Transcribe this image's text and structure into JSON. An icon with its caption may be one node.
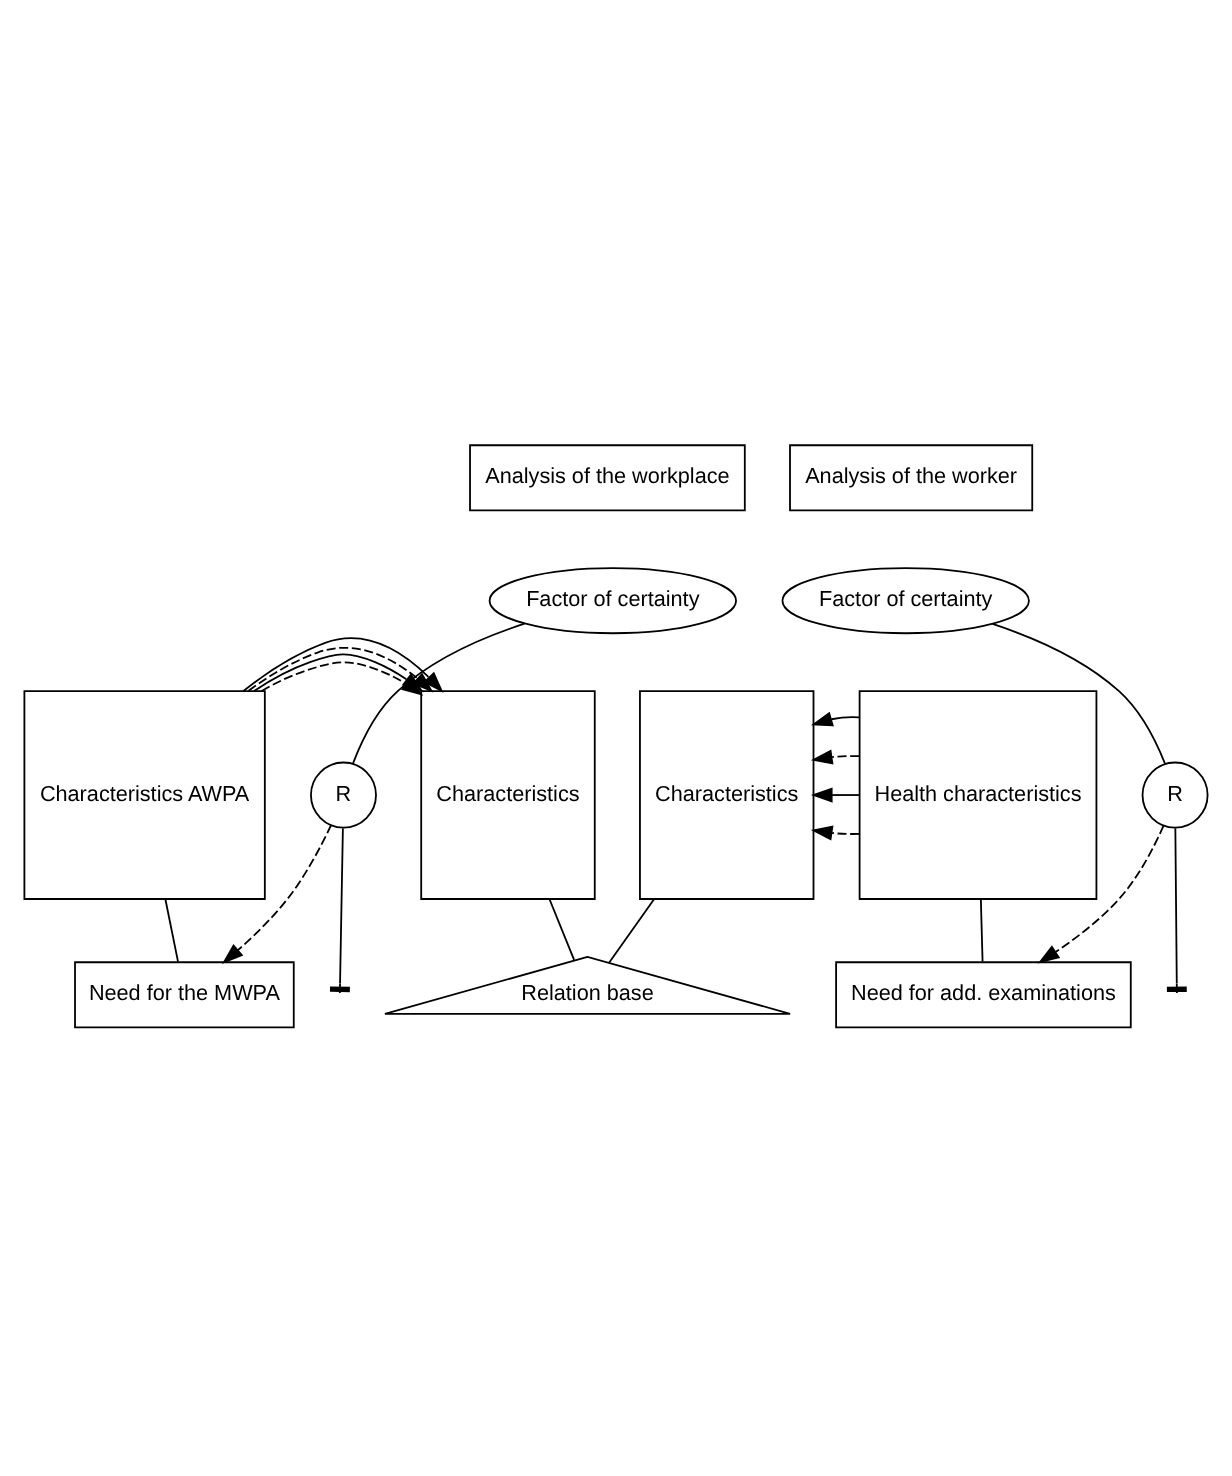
{
  "diagram": {
    "nodes": [
      {
        "text": [
          "Analysis of the workplace"
        ]
      },
      {
        "text": [
          "Analysis of the worker"
        ]
      },
      {
        "text": [
          "Factor of certainty"
        ]
      },
      {
        "text": [
          "Factor of certainty"
        ]
      },
      {
        "text": [
          "Need for the MWPA"
        ]
      },
      {
        "text": [
          "Need for add. examinations"
        ]
      },
      {
        "text": [
          "R"
        ]
      },
      {
        "text": [
          "R"
        ]
      },
      {
        "text": [
          "Characteristics AWPA"
        ]
      },
      {
        "text": [
          "Characteristics"
        ]
      },
      {
        "text": [
          "Characteristics"
        ]
      },
      {
        "text": [
          "Health characteristics"
        ]
      },
      {
        "text": [
          "Relation base"
        ]
      }
    ],
    "edges": [
      {
        "from": 2,
        "to": 6,
        "arrow": "none"
      },
      {
        "from": 6,
        "to": 4,
        "arrow": "to",
        "style": "dashed"
      },
      {
        "from": 8,
        "to": 4,
        "arrow": "none"
      },
      {
        "from": 8,
        "to": 9,
        "arrow": "to",
        "style": "dashed"
      },
      {
        "from": 8,
        "to": 9,
        "arrow": "to"
      },
      {
        "from": 8,
        "to": 9,
        "arrow": "to",
        "style": "dashed"
      },
      {
        "from": 8,
        "to": 9,
        "arrow": "to"
      },
      {
        "from": 6,
        "to": null,
        "arrow": "other"
      },
      {
        "from": 3,
        "to": 7,
        "arrow": "none"
      },
      {
        "from": 7,
        "to": 5,
        "arrow": "to",
        "style": "dashed"
      },
      {
        "from": 11,
        "to": 5,
        "arrow": "none"
      },
      {
        "from": 11,
        "to": 10,
        "arrow": "to",
        "style": "dashed"
      },
      {
        "from": 11,
        "to": 10,
        "arrow": "to"
      },
      {
        "from": 11,
        "to": 10,
        "arrow": "to",
        "style": "dashed"
      },
      {
        "from": 11,
        "to": 10,
        "arrow": "to"
      },
      {
        "from": 7,
        "to": null,
        "arrow": "other"
      },
      {
        "from": 9,
        "to": 12,
        "arrow": "none"
      },
      {
        "from": 10,
        "to": 12,
        "arrow": "none"
      }
    ]
  }
}
